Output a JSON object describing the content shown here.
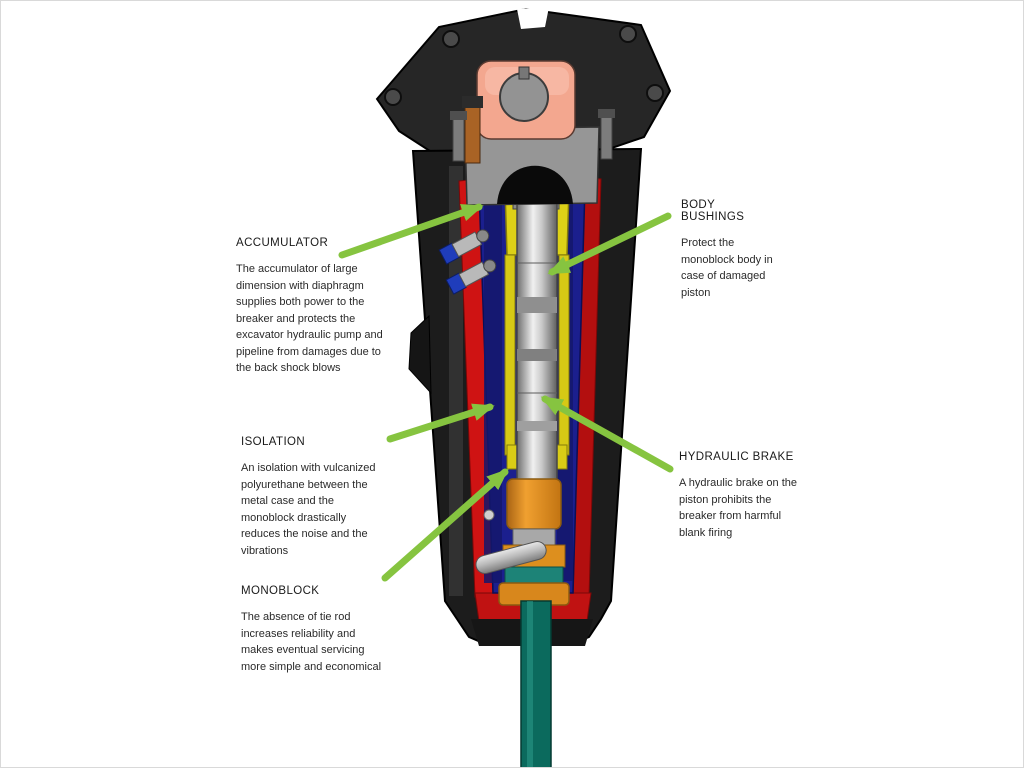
{
  "diagram": {
    "name": "Hydraulic breaker cutaway diagram",
    "annotations": {
      "accumulator": {
        "title": "ACCUMULATOR",
        "text": "The accumulator of large dimension with diaphragm supplies both power to the breaker and protects the excavator hydraulic pump and pipeline from damages due to the back shock blows"
      },
      "body_bushings": {
        "title": "BODY BUSHINGS",
        "text": "Protect the monoblock body in case of damaged piston"
      },
      "isolation": {
        "title": "ISOLATION",
        "text": "An isolation with vulcanized polyurethane between the metal case and the monoblock drastically reduces the noise and the vibrations"
      },
      "hydraulic_brake": {
        "title": "HYDRAULIC BRAKE",
        "text": "A hydraulic brake on the piston prohibits the breaker from harmful blank firing"
      },
      "monoblock": {
        "title": "MONOBLOCK",
        "text": "The absence of tie rod increases reliability and makes eventual servicing more simple and economical"
      }
    },
    "colors": {
      "arrow_green": "#86c440",
      "casing_black": "#1c1c1c",
      "damper_red": "#cf1313",
      "isolation_blue": "#1b1f8e",
      "bushing_yellow": "#ddd117",
      "bushing_orange": "#d8871c",
      "chisel_teal": "#0b6a5d",
      "accumulator_salmon": "#f3a78f"
    }
  }
}
